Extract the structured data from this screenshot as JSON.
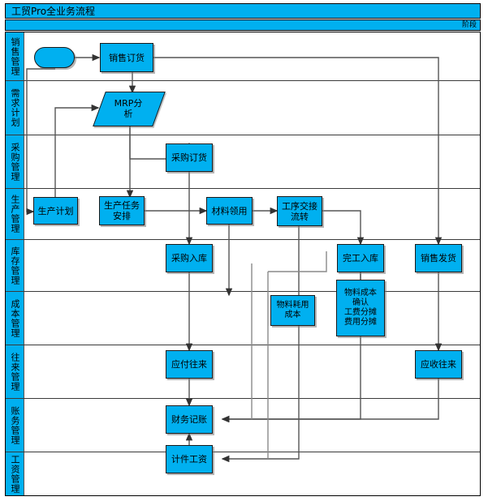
{
  "window": {
    "title": "工贸Pro全业务流程",
    "stage_label": "阶段",
    "header_color": "#00b0f0",
    "node_color": "#00b0f0",
    "line_color": "#555555"
  },
  "lanes": [
    {
      "id": "sales",
      "label": "销售管理"
    },
    {
      "id": "demand",
      "label": "需求计划"
    },
    {
      "id": "purchase",
      "label": "采购管理"
    },
    {
      "id": "production",
      "label": "生产管理"
    },
    {
      "id": "inventory",
      "label": "库存管理"
    },
    {
      "id": "cost",
      "label": "成本管理"
    },
    {
      "id": "ar_ap",
      "label": "往来管理"
    },
    {
      "id": "finance",
      "label": "账务管理"
    },
    {
      "id": "payroll",
      "label": "工资管理"
    }
  ],
  "nodes": [
    {
      "id": "start",
      "label": "",
      "lane": "sales",
      "shape": "rounded"
    },
    {
      "id": "sales_order",
      "label": "销售订货",
      "lane": "sales",
      "shape": "rect"
    },
    {
      "id": "mrp",
      "label": "MRP分\n析",
      "lane": "demand",
      "shape": "parallelogram"
    },
    {
      "id": "purchase_order",
      "label": "采购订货",
      "lane": "purchase",
      "shape": "rect"
    },
    {
      "id": "prod_plan",
      "label": "生产计划",
      "lane": "production",
      "shape": "rect"
    },
    {
      "id": "prod_task",
      "label": "生产任务\n安排",
      "lane": "production",
      "shape": "rect"
    },
    {
      "id": "material_issue",
      "label": "材料领用",
      "lane": "production",
      "shape": "rect"
    },
    {
      "id": "process_flow",
      "label": "工序交接\n流转",
      "lane": "production",
      "shape": "rect"
    },
    {
      "id": "purchase_in",
      "label": "采购入库",
      "lane": "inventory",
      "shape": "rect"
    },
    {
      "id": "finish_in",
      "label": "完工入库",
      "lane": "inventory",
      "shape": "rect"
    },
    {
      "id": "sales_out",
      "label": "销售发货",
      "lane": "inventory",
      "shape": "rect"
    },
    {
      "id": "material_cost",
      "label": "物料耗用\n成本",
      "lane": "cost",
      "shape": "rect"
    },
    {
      "id": "cost_alloc",
      "label": "物料成本\n确认\n工费分摊\n费用分摊",
      "lane": "cost",
      "shape": "rect"
    },
    {
      "id": "payable",
      "label": "应付往来",
      "lane": "ar_ap",
      "shape": "rect"
    },
    {
      "id": "receivable",
      "label": "应收往来",
      "lane": "ar_ap",
      "shape": "rect"
    },
    {
      "id": "bookkeeping",
      "label": "财务记账",
      "lane": "finance",
      "shape": "rect"
    },
    {
      "id": "piece_wage",
      "label": "计件工资",
      "lane": "payroll",
      "shape": "rect"
    }
  ],
  "edges": [
    {
      "from": "start",
      "to": "sales_order"
    },
    {
      "from": "sales_order",
      "to": "mrp"
    },
    {
      "from": "sales_order",
      "to": "sales_out"
    },
    {
      "from": "start",
      "to": "prod_plan"
    },
    {
      "from": "prod_plan",
      "to": "mrp"
    },
    {
      "from": "mrp",
      "to": "purchase_order"
    },
    {
      "from": "mrp",
      "to": "prod_task"
    },
    {
      "from": "purchase_order",
      "to": "purchase_in"
    },
    {
      "from": "prod_task",
      "to": "material_issue"
    },
    {
      "from": "material_issue",
      "to": "process_flow"
    },
    {
      "from": "material_issue",
      "to": "material_cost"
    },
    {
      "from": "process_flow",
      "to": "finish_in"
    },
    {
      "from": "process_flow",
      "to": "piece_wage"
    },
    {
      "from": "cost_alloc",
      "to": "finish_in"
    },
    {
      "from": "purchase_in",
      "to": "payable"
    },
    {
      "from": "payable",
      "to": "bookkeeping"
    },
    {
      "from": "sales_out",
      "to": "receivable"
    },
    {
      "from": "receivable",
      "to": "bookkeeping"
    },
    {
      "from": "finish_in",
      "to": "bookkeeping"
    },
    {
      "from": "piece_wage",
      "to": "bookkeeping"
    }
  ]
}
